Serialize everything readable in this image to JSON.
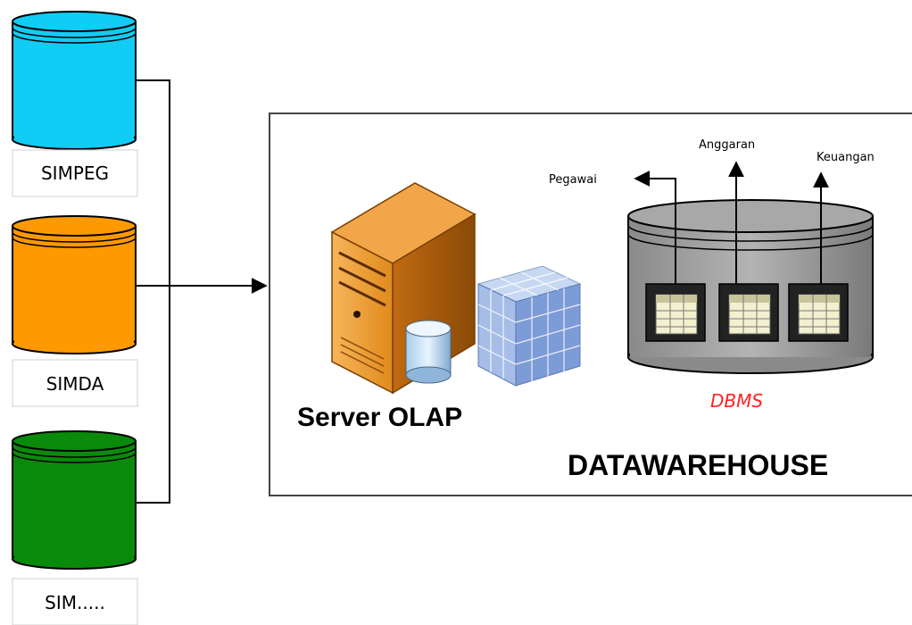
{
  "sources": [
    {
      "label": "SIMPEG",
      "color": "#11ccf5"
    },
    {
      "label": "SIMDA",
      "color": "#ff9900"
    },
    {
      "label": "SIM.....",
      "color": "#0a8a0a"
    }
  ],
  "warehouse": {
    "title": "DATAWAREHOUSE",
    "server_label": "Server OLAP",
    "dbms_label": "DBMS",
    "dbms_label_color": "#ff2222",
    "outputs": [
      "Pegawai",
      "Anggaran",
      "Keuangan"
    ]
  },
  "icons": [
    "database-cylinder-icon",
    "server-tower-icon",
    "olap-cube-icon",
    "data-table-icon"
  ]
}
